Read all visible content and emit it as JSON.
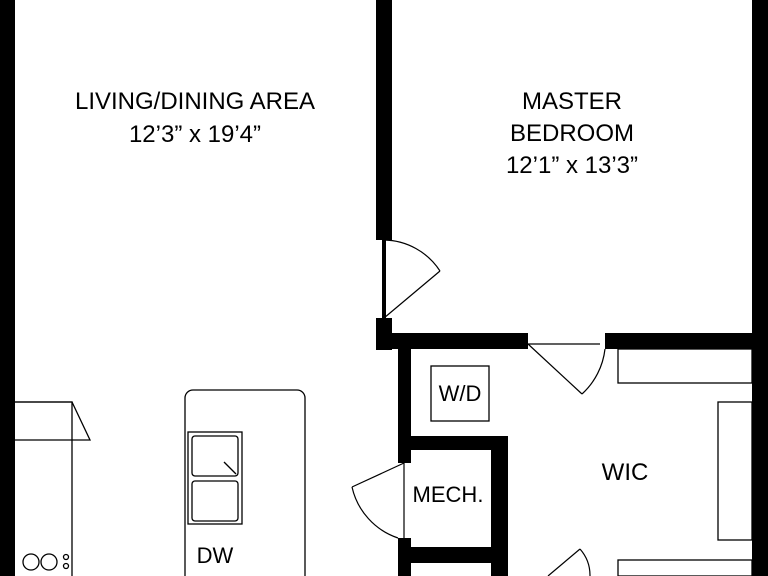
{
  "rooms": {
    "living": {
      "name": "LIVING/DINING AREA",
      "dims": "12’3” x 19’4”"
    },
    "master": {
      "name_line1": "MASTER",
      "name_line2": "BEDROOM",
      "dims": "12’1” x 13’3”"
    },
    "wic": {
      "name": "WIC"
    },
    "mech": {
      "name": "MECH."
    },
    "laundry": {
      "name": "W/D"
    }
  },
  "fixtures": {
    "dishwasher": "DW"
  }
}
